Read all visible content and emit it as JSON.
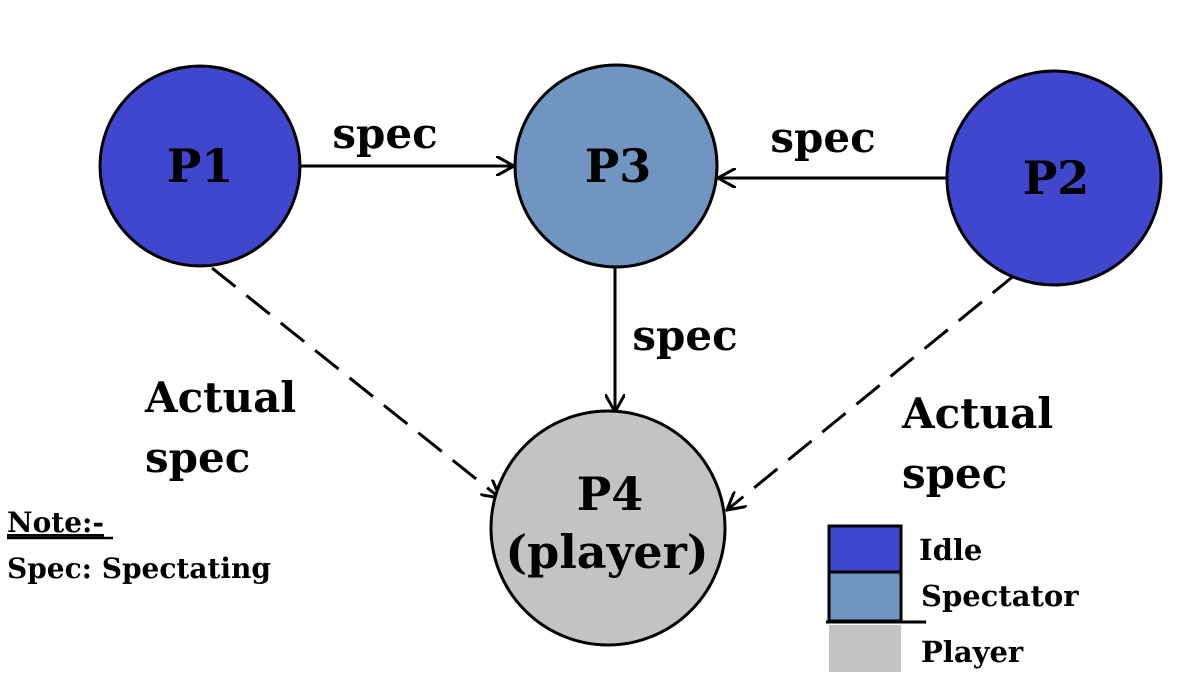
{
  "colors": {
    "idle": "#4047CE",
    "spectator": "#6F95C0",
    "player": "#C3C3C3",
    "stroke": "#000000"
  },
  "nodes": {
    "p1": {
      "label": "P1"
    },
    "p2": {
      "label": "P2"
    },
    "p3": {
      "label": "P3"
    },
    "p4": {
      "label_line1": "P4",
      "label_line2": "(player)"
    }
  },
  "edges": {
    "p1_to_p3": "spec",
    "p2_to_p3": "spec",
    "p3_to_p4": "spec",
    "p1_to_p4": {
      "line1": "Actual",
      "line2": "spec"
    },
    "p2_to_p4": {
      "line1": "Actual",
      "line2": "spec"
    }
  },
  "note": {
    "title": "Note:-",
    "text": "Spec: Spectating"
  },
  "legend": {
    "items": [
      {
        "label": "Idle"
      },
      {
        "label": "Spectator"
      },
      {
        "label": "Player"
      }
    ]
  }
}
